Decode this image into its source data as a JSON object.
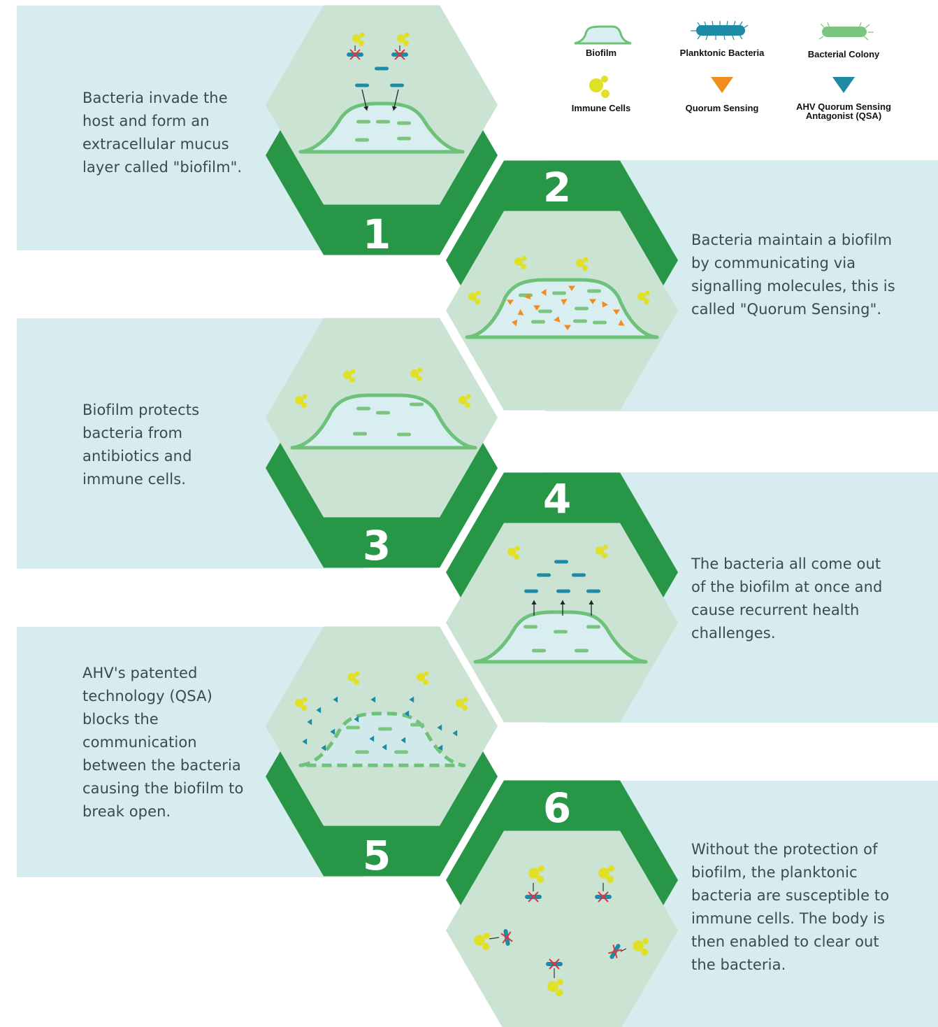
{
  "colors": {
    "panel": "#d6ecef",
    "hex_light": "#cbe3d2",
    "hex_dark": "#279646",
    "biofilm_stroke": "#6dc178",
    "biofilm_fill": "#d8eef1",
    "colony": "#7cc57f",
    "planktonic": "#1e8ba4",
    "immune": "#e0e027",
    "quorum": "#f28c1e",
    "qsa": "#1e8aa3",
    "kill": "#e2323c"
  },
  "legend": {
    "biofilm": "Biofilm",
    "planktonic": "Planktonic Bacteria",
    "colony": "Bacterial Colony",
    "immune": "Immune Cells",
    "quorum": "Quorum Sensing",
    "qsa_line1": "AHV Quorum Sensing",
    "qsa_line2": "Antagonist (QSA)"
  },
  "steps": [
    {
      "number": "1",
      "text": "Bacteria invade the host and form an extracellular mucus layer called \"biofilm\"."
    },
    {
      "number": "2",
      "text": "Bacteria maintain a biofilm by communicating via signalling molecules, this is called \"Quorum Sensing\"."
    },
    {
      "number": "3",
      "text": "Biofilm protects bacteria from antibiotics and immune cells."
    },
    {
      "number": "4",
      "text": "The bacteria all come out of the biofilm at once and cause recurrent health challenges."
    },
    {
      "number": "5",
      "text": "AHV's patented technology (QSA) blocks the communication between the bacteria causing the biofilm to break open."
    },
    {
      "number": "6",
      "text": "Without the protection of biofilm, the planktonic bacteria are susceptible to immune cells. The body is then enabled to clear out the bacteria."
    }
  ]
}
